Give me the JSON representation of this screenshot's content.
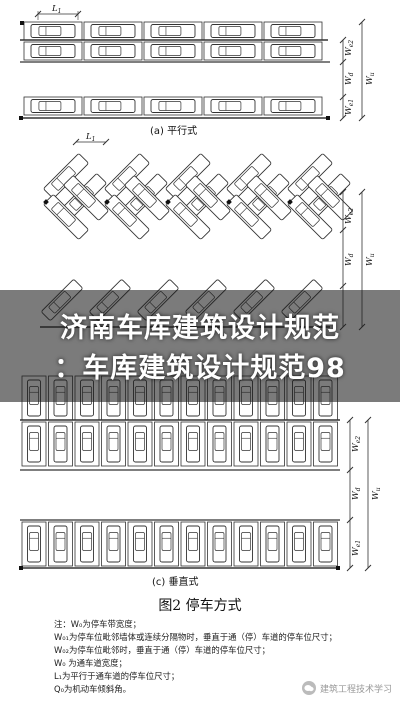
{
  "diagram": {
    "dimension_labels": {
      "L1": "L₁",
      "We2": "We2",
      "Wd": "Wd",
      "We1": "We1",
      "Wu": "Wu"
    },
    "sub_captions": {
      "parallel": "(a) 平行式",
      "perpendicular": "(c) 垂直式"
    },
    "figure_caption": "图2  停车方式"
  },
  "notes": [
    "注：W₀为停车带宽度；",
    "W₀₁为停车位毗邻墙体或连续分隔物时，垂直于通（停）车道的停车位尺寸；",
    "W₀₂为停车位毗邻时，垂直于通（停）车道的停车位尺寸；",
    "W₀  为通车道宽度；",
    "L₁为平行于通车道的停车位尺寸；",
    "Q₀为机动车倾斜角。"
  ],
  "banner": {
    "line1": "济南车库建筑设计规范",
    "line2": "：车库建筑设计规范98"
  },
  "watermark": {
    "text": "建筑工程技术学习"
  },
  "colors": {
    "line": "#333333",
    "banner_bg": "#1c1c1c",
    "banner_text": "#ffffff",
    "watermark": "#999999"
  }
}
